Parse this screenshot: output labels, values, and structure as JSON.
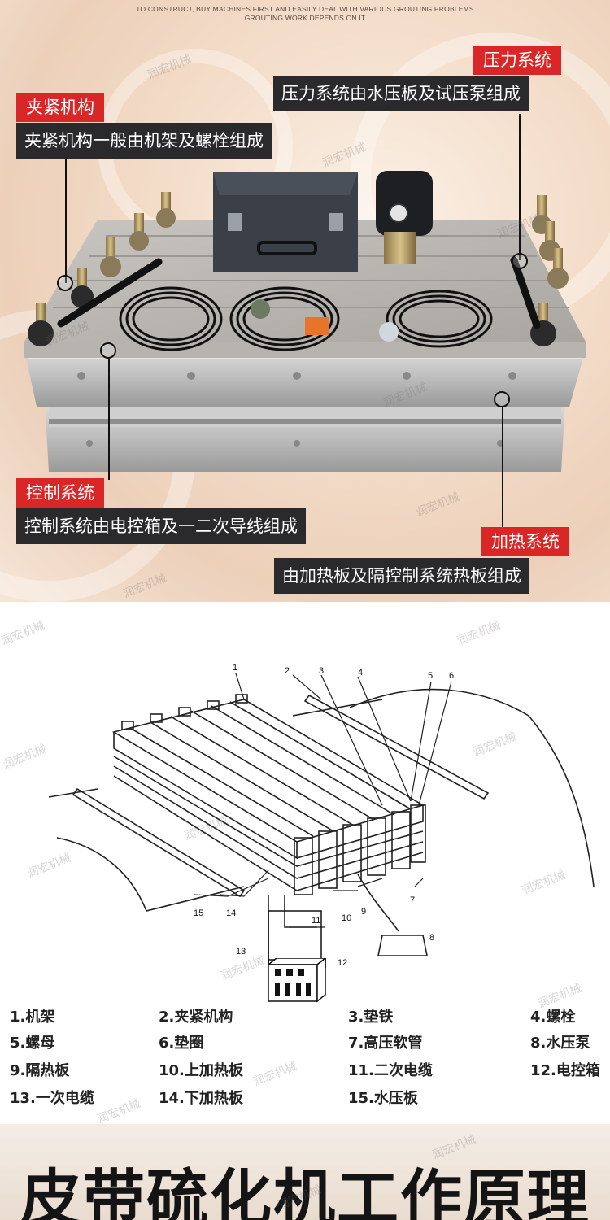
{
  "tagline": {
    "line1": "TO CONSTRUCT, BUY MACHINES FIRST AND EASILY DEAL WITH VARIOUS GROUTING PROBLEMS",
    "line2": "GROUTING WORK DEPENDS ON IT"
  },
  "callouts": {
    "clamp": {
      "title": "夹紧机构",
      "desc": "夹紧机构一般由机架及螺栓组成"
    },
    "pressure": {
      "title": "压力系统",
      "desc": "压力系统由水压板及试压泵组成"
    },
    "control": {
      "title": "控制系统",
      "desc": "控制系统由电控箱及一二次导线组成"
    },
    "heating": {
      "title": "加热系统",
      "desc": "由加热板及隔控制系统热板组成"
    }
  },
  "watermark": "润宏机械",
  "diagram": {
    "numbers": [
      "1",
      "2",
      "3",
      "4",
      "5",
      "6",
      "7",
      "8",
      "9",
      "10",
      "11",
      "12",
      "13",
      "14",
      "15"
    ]
  },
  "parts": [
    "1.机架",
    "2.夹紧机构",
    "3.垫铁",
    "4.螺栓",
    "5.螺母",
    "6.垫圈",
    "7.高压软管",
    "8.水压泵",
    "9.隔热板",
    "10.上加热板",
    "11.二次电缆",
    "12.电控箱",
    "13.一次电缆",
    "14.下加热板",
    "15.水压板"
  ],
  "banner": {
    "title": "皮带硫化机工作原理"
  },
  "colors": {
    "tag_red": "#d92626",
    "tag_dark": "#2a2a2c"
  }
}
